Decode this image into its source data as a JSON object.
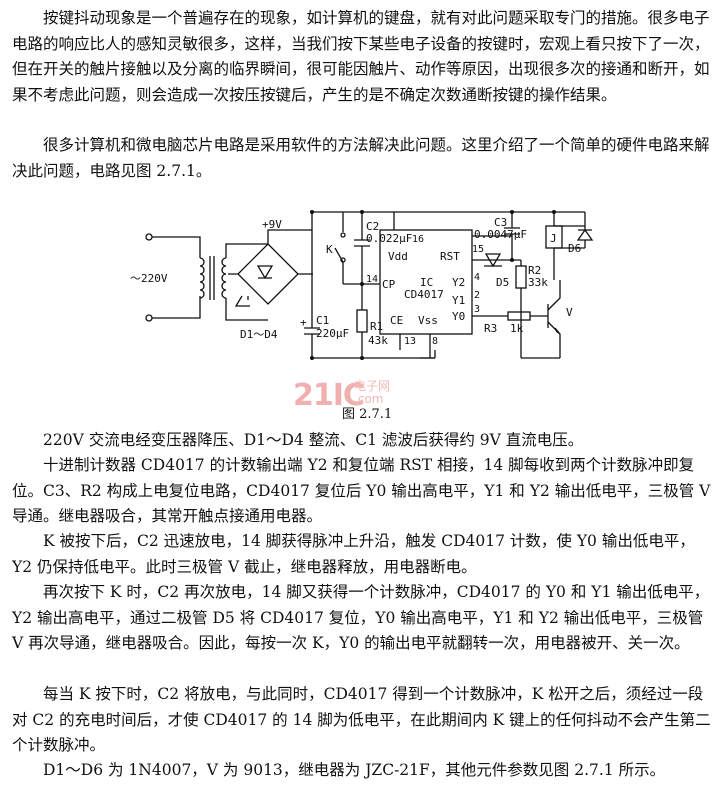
{
  "paragraphs": [
    "按键抖动现象是一个普遍存在的现象，如计算机的键盘，就有对此问题采取专门的措施。很多电子电路的响应比人的感知灵敏很多，这样，当我们按下某些电子设备的按键时，宏观上看只按下了一次，但在开关的触片接触以及分离的临界瞬间，很可能因触片、动作等原因，出现很多次的接通和断开，如果不考虑此问题，则会造成一次按压按键后，产生的是不确定次数通断按键的操作结果。",
    "很多计算机和微电脑芯片电路是采用软件的方法解决此问题。这里介绍了一个简单的硬件电路来解决此问题，电路见图 2.7.1。",
    "220V 交流电经变压器降压、D1～D4 整流、C1 滤波后获得约 9V 直流电压。",
    "十进制计数器 CD4017 的计数输出端 Y2 和复位端 RST 相接，14 脚每收到两个计数脉冲即复位。C3、R2 构成上电复位电路，CD4017 复位后 Y0 输出高电平，Y1 和 Y2 输出低电平，三极管 V 导通。继电器吸合，其常开触点接通用电器。",
    "K 被按下后，C2 迅速放电，14 脚获得脉冲上升沿，触发 CD4017 计数，使 Y0 输出低电平，Y2 仍保持低电平。此时三极管 V 截止，继电器释放，用电器断电。",
    "再次按下 K 时，C2 再次放电，14 脚又获得一个计数脉冲，CD4017 的 Y0 和 Y1 输出低电平，Y2 输出高电平，通过二极管 D5 将 CD4017 复位，Y0 输出高电平，Y1 和 Y2 输出低电平，三极管 V 再次导通，继电器吸合。因此，每按一次 K，Y0 的输出电平就翻转一次，用电器被开、关一次。",
    "每当 K 按下时，C2 将放电，与此同时，CD4017 得到一个计数脉冲，K 松开之后，须经过一段对 C2 的充电时间后，才使 CD4017 的 14 脚为低电平，在此期间内 K 键上的任何抖动不会产生第二个计数脉冲。",
    "D1～D6 为 1N4007，V 为 9013，继电器为 JZC-21F，其他元件参数见图 2.7.1 所示。"
  ],
  "figure": {
    "caption": "图 2.7.1",
    "labels": {
      "supply": "+9V",
      "ac": "～220V",
      "bridge": "D1～D4",
      "c1": "C1",
      "c1_val": "220μF",
      "plus": "+",
      "k": "K",
      "c2": "C2",
      "c2_val": "0.022μF",
      "pin16": "16",
      "vdd": "Vdd",
      "rst": "RST",
      "pin15": "15",
      "c3": "C3",
      "c3_val": "0.0047μF",
      "relay": "J",
      "d6": "D6",
      "pin14": "14",
      "cp": "CP",
      "ic": "IC",
      "ic_part": "CD4017",
      "y2": "Y2",
      "pin4": "4",
      "y1": "Y1",
      "pin2": "2",
      "y0": "Y0",
      "pin3": "3",
      "ce": "CE",
      "vss": "Vss",
      "pin13": "13",
      "pin8": "8",
      "d5": "D5",
      "r2": "R2",
      "r2_val": "33k",
      "r1": "R1",
      "r1_val": "43k",
      "r3": "R3",
      "r3_val": "1k",
      "v": "V"
    }
  },
  "watermark": {
    "logo": "21IC",
    "sub1": "电子网",
    "sub2": ".com"
  }
}
